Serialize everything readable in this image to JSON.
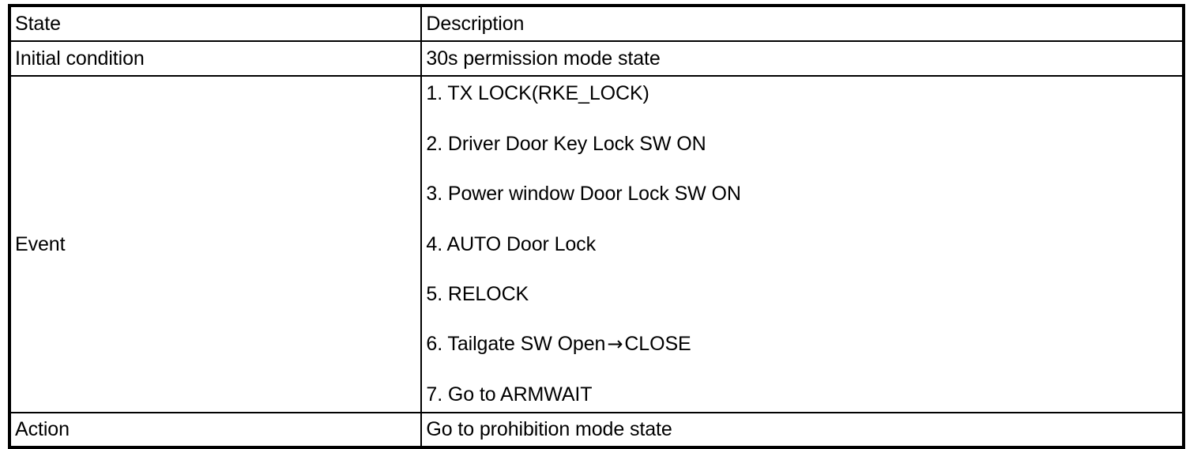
{
  "table": {
    "columns": [
      {
        "key": "state",
        "header": "State"
      },
      {
        "key": "description",
        "header": "Description"
      }
    ],
    "rows": [
      {
        "state": "Initial condition",
        "description": "30s permission mode state"
      },
      {
        "state": "Event",
        "description_items": [
          "1. TX LOCK(RKE_LOCK)",
          "2. Driver Door Key Lock SW ON",
          "3. Power window Door Lock SW ON",
          "4. AUTO Door Lock",
          "5. RELOCK",
          "6. Tailgate SW Open",
          "7. Go to ARMWAIT"
        ],
        "item6_arrow": "→",
        "item6_suffix": "CLOSE"
      },
      {
        "state": "Action",
        "description": "Go to prohibition mode state"
      }
    ]
  },
  "colors": {
    "border": "#000000",
    "text": "#000000",
    "background": "#ffffff"
  }
}
